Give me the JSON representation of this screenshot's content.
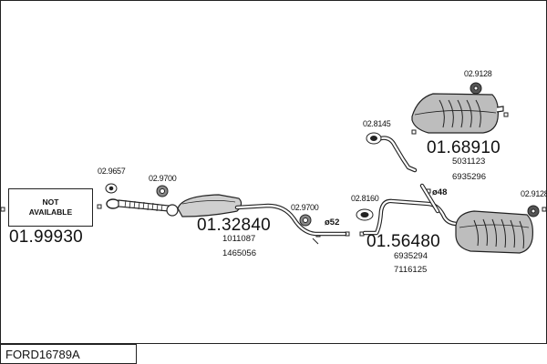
{
  "diagram": {
    "code": "FORD16789A",
    "not_available": {
      "line1": "NOT",
      "line2": "AVAILABLE"
    },
    "parts": [
      {
        "number": "01.99930",
        "refs": []
      },
      {
        "number": "01.32840",
        "refs": [
          "1011087",
          "1465056"
        ]
      },
      {
        "number": "01.56480",
        "refs": [
          "6935294",
          "7116125"
        ]
      },
      {
        "number": "01.68910",
        "refs": [
          "5031123",
          "6935296"
        ]
      }
    ],
    "fittings": [
      "02.9657",
      "02.9700",
      "02.9700",
      "02.8160",
      "02.8145",
      "02.9128",
      "02.9128"
    ],
    "diameters": [
      "ø52",
      "ø48"
    ]
  }
}
